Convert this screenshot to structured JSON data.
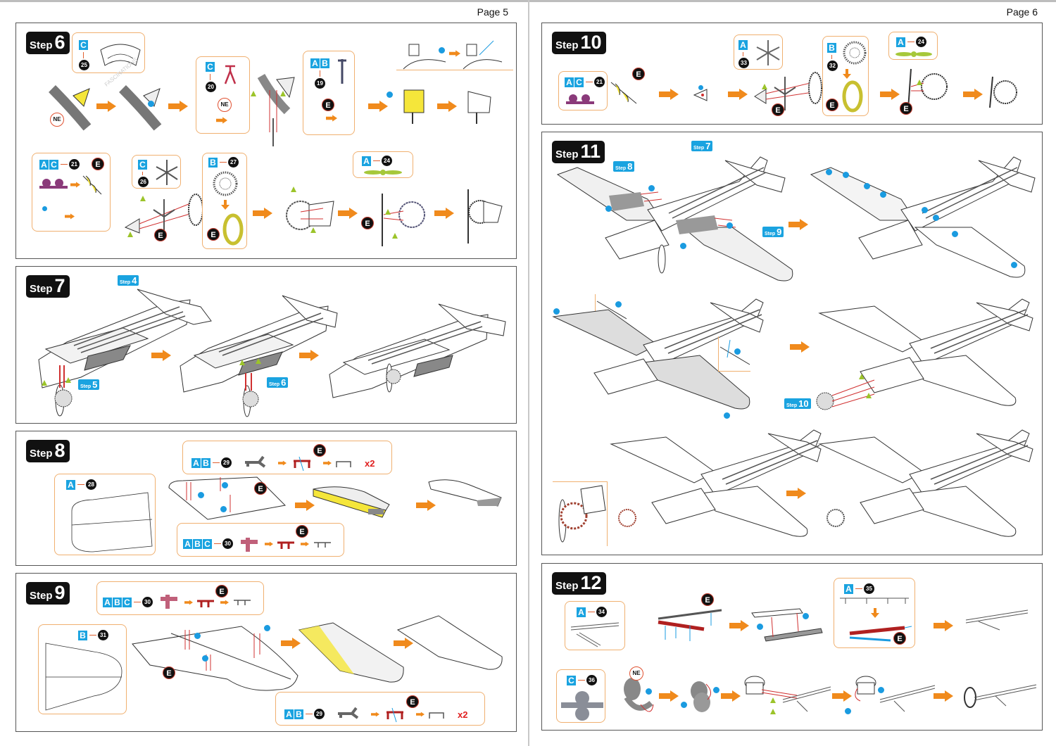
{
  "pages": [
    {
      "number": "Page 5",
      "steps": [
        {
          "id": 6,
          "word": "Step",
          "num": "6",
          "callouts": [
            {
              "labels": [
                "C"
              ],
              "part": "25"
            },
            {
              "labels": [
                "C"
              ],
              "part": "20",
              "badge": "NE"
            },
            {
              "labels": [
                "A",
                "B"
              ],
              "part": "19",
              "badge": "E"
            },
            {
              "labels": [
                "A",
                "C"
              ],
              "part": "21",
              "badge": "E"
            },
            {
              "labels": [
                "C"
              ],
              "part": "26"
            },
            {
              "labels": [
                "B"
              ],
              "part": "27",
              "badge": "E"
            },
            {
              "labels": [
                "A"
              ],
              "part": "24"
            }
          ],
          "badges": {
            "ne": "NE",
            "e": "E"
          }
        },
        {
          "id": 7,
          "word": "Step",
          "num": "7",
          "refs": [
            {
              "word": "Step",
              "num": "4"
            },
            {
              "word": "Step",
              "num": "5"
            },
            {
              "word": "Step",
              "num": "6"
            }
          ]
        },
        {
          "id": 8,
          "word": "Step",
          "num": "8",
          "callouts": [
            {
              "labels": [
                "A",
                "B"
              ],
              "part": "29",
              "multiplier": "x2",
              "badge": "E"
            },
            {
              "labels": [
                "A"
              ],
              "part": "28"
            },
            {
              "labels": [
                "A",
                "B",
                "C"
              ],
              "part": "30",
              "badge": "E"
            }
          ],
          "badges": {
            "e": "E"
          }
        },
        {
          "id": 9,
          "word": "Step",
          "num": "9",
          "callouts": [
            {
              "labels": [
                "A",
                "B",
                "C"
              ],
              "part": "30",
              "badge": "E"
            },
            {
              "labels": [
                "B"
              ],
              "part": "31"
            },
            {
              "labels": [
                "A",
                "B"
              ],
              "part": "29",
              "multiplier": "x2",
              "badge": "E"
            }
          ],
          "badges": {
            "e": "E"
          }
        }
      ]
    },
    {
      "number": "Page 6",
      "steps": [
        {
          "id": 10,
          "word": "Step",
          "num": "10",
          "callouts": [
            {
              "labels": [
                "A",
                "C"
              ],
              "part": "21"
            },
            {
              "labels": [
                "A"
              ],
              "part": "33"
            },
            {
              "labels": [
                "B"
              ],
              "part": "32"
            },
            {
              "labels": [
                "A"
              ],
              "part": "24"
            }
          ],
          "badges": {
            "e": "E"
          }
        },
        {
          "id": 11,
          "word": "Step",
          "num": "11",
          "refs": [
            {
              "word": "Step",
              "num": "7"
            },
            {
              "word": "Step",
              "num": "8"
            },
            {
              "word": "Step",
              "num": "9"
            },
            {
              "word": "Step",
              "num": "10"
            }
          ]
        },
        {
          "id": 12,
          "word": "Step",
          "num": "12",
          "callouts": [
            {
              "labels": [
                "A"
              ],
              "part": "34"
            },
            {
              "labels": [
                "A"
              ],
              "part": "35"
            },
            {
              "labels": [
                "C"
              ],
              "part": "36",
              "badge": "NE"
            }
          ],
          "badges": {
            "e": "E",
            "ne": "NE"
          }
        }
      ]
    }
  ],
  "watermark": "FASCINATIONS",
  "colors": {
    "accent_orange": "#f08a1c",
    "label_blue": "#1aa3e0",
    "dot_blue": "#1a9be0",
    "triangle_green": "#9cc42a",
    "callout_border": "#f0b070",
    "highlight_yellow": "#f5e63a",
    "x2_red": "#e02020"
  }
}
